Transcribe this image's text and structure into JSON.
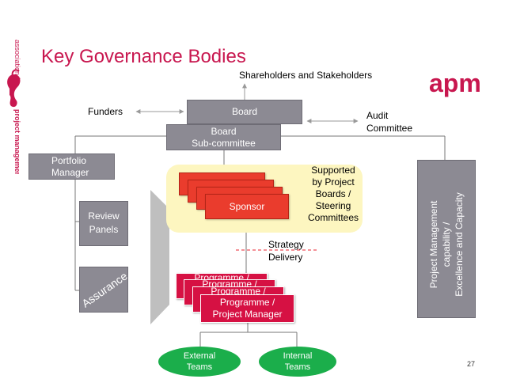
{
  "slide": {
    "title": "Key Governance Bodies",
    "page_number": "27"
  },
  "branding": {
    "side_text_top": "association for",
    "side_text_bottom": "project management",
    "logo_text": "apm",
    "logo_color": "#c8174f"
  },
  "stakeholders": {
    "shareholders": "Shareholders and Stakeholders",
    "funders": "Funders",
    "audit_line1": "Audit",
    "audit_line2": "Committee"
  },
  "boxes": {
    "board": "Board",
    "subcommittee_line1": "Board",
    "subcommittee_line2": "Sub-committee",
    "portfolio_line1": "Portfolio",
    "portfolio_line2": "Manager",
    "review_line1": "Review",
    "review_line2": "Panels",
    "assurance": "Assurance",
    "sponsor": "Sponsor",
    "supported_lines": [
      "Supported",
      "by Project",
      "Boards /",
      "Steering",
      "Committees"
    ],
    "strategy": "Strategy",
    "delivery": "Delivery",
    "programme_back1": "Programme /",
    "programme_back2": "Programme /",
    "programme_back3": "Programme /",
    "programme_front_line1": "Programme /",
    "programme_front_line2": "Project Manager",
    "capability_lines": [
      "Project Management",
      "capability /",
      "Excellence and Capacity"
    ],
    "external_line1": "External",
    "external_line2": "Teams",
    "internal_line1": "Internal",
    "internal_line2": "Teams"
  },
  "colors": {
    "title": "#c8174f",
    "gray_box": "#8c8a93",
    "sponsor_red": "#ea3c2d",
    "programme_crimson": "#d61143",
    "team_green": "#1bae4b",
    "highlight_yellow": "#fdf6c0",
    "strategy_dash": "#e8232f"
  }
}
